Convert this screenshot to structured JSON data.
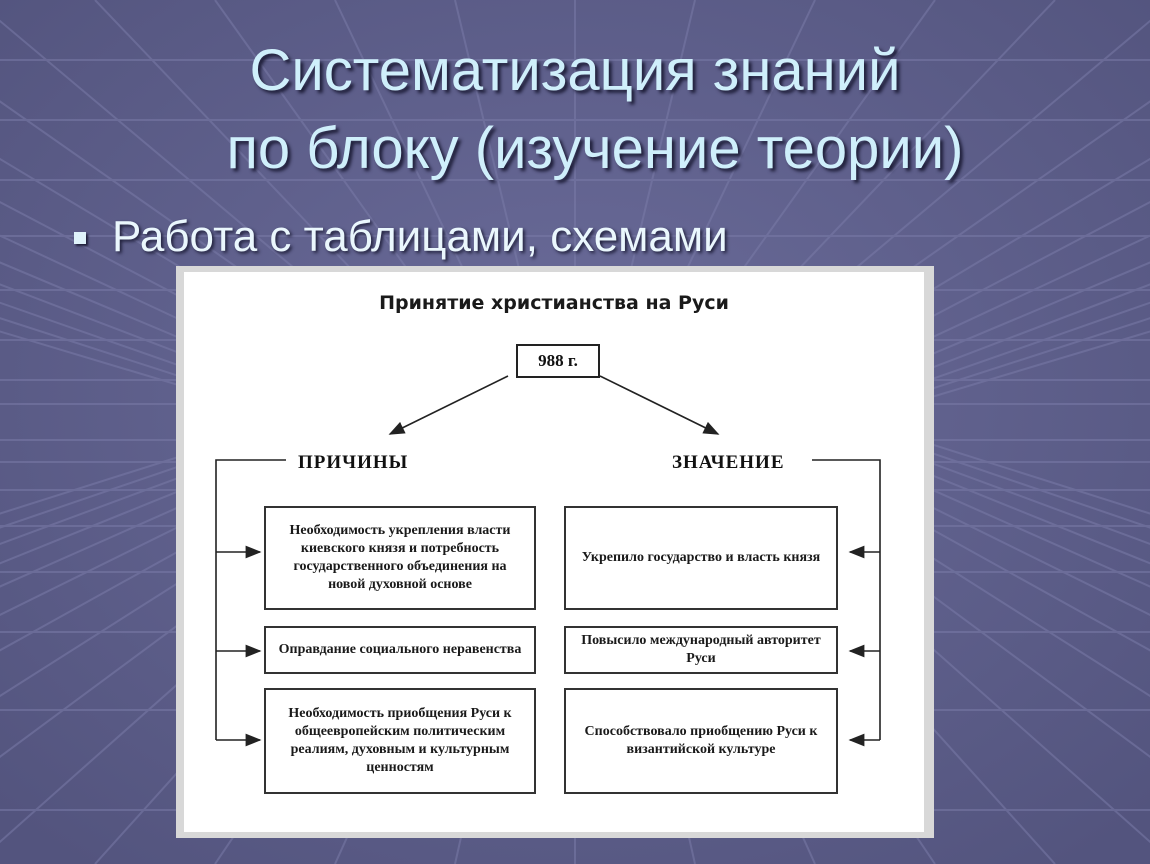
{
  "slide": {
    "title_line1": "Систематизация знаний",
    "title_line2": "по блоку (изучение теории)",
    "bullet": "Работа с таблицами, схемами"
  },
  "diagram": {
    "title": "Принятие христианства на Руси",
    "year": "988 г.",
    "causes_heading": "ПРИЧИНЫ",
    "significance_heading": "ЗНАЧЕНИЕ",
    "causes": [
      "Необходимость укрепления власти киевского князя и потребность государственного объединения на новой духовной основе",
      "Оправдание социального неравенства",
      "Необходимость приобщения Руси к общеевропейским политическим реалиям, духовным и культурным ценностям"
    ],
    "significance": [
      "Укрепило государство и власть князя",
      "Повысило международный авторитет Руси",
      "Способствовало приобщению Руси к византийской культуре"
    ]
  },
  "colors": {
    "background": "#5e5f8c",
    "title_text": "#cfeffb",
    "card": "#ffffff"
  }
}
